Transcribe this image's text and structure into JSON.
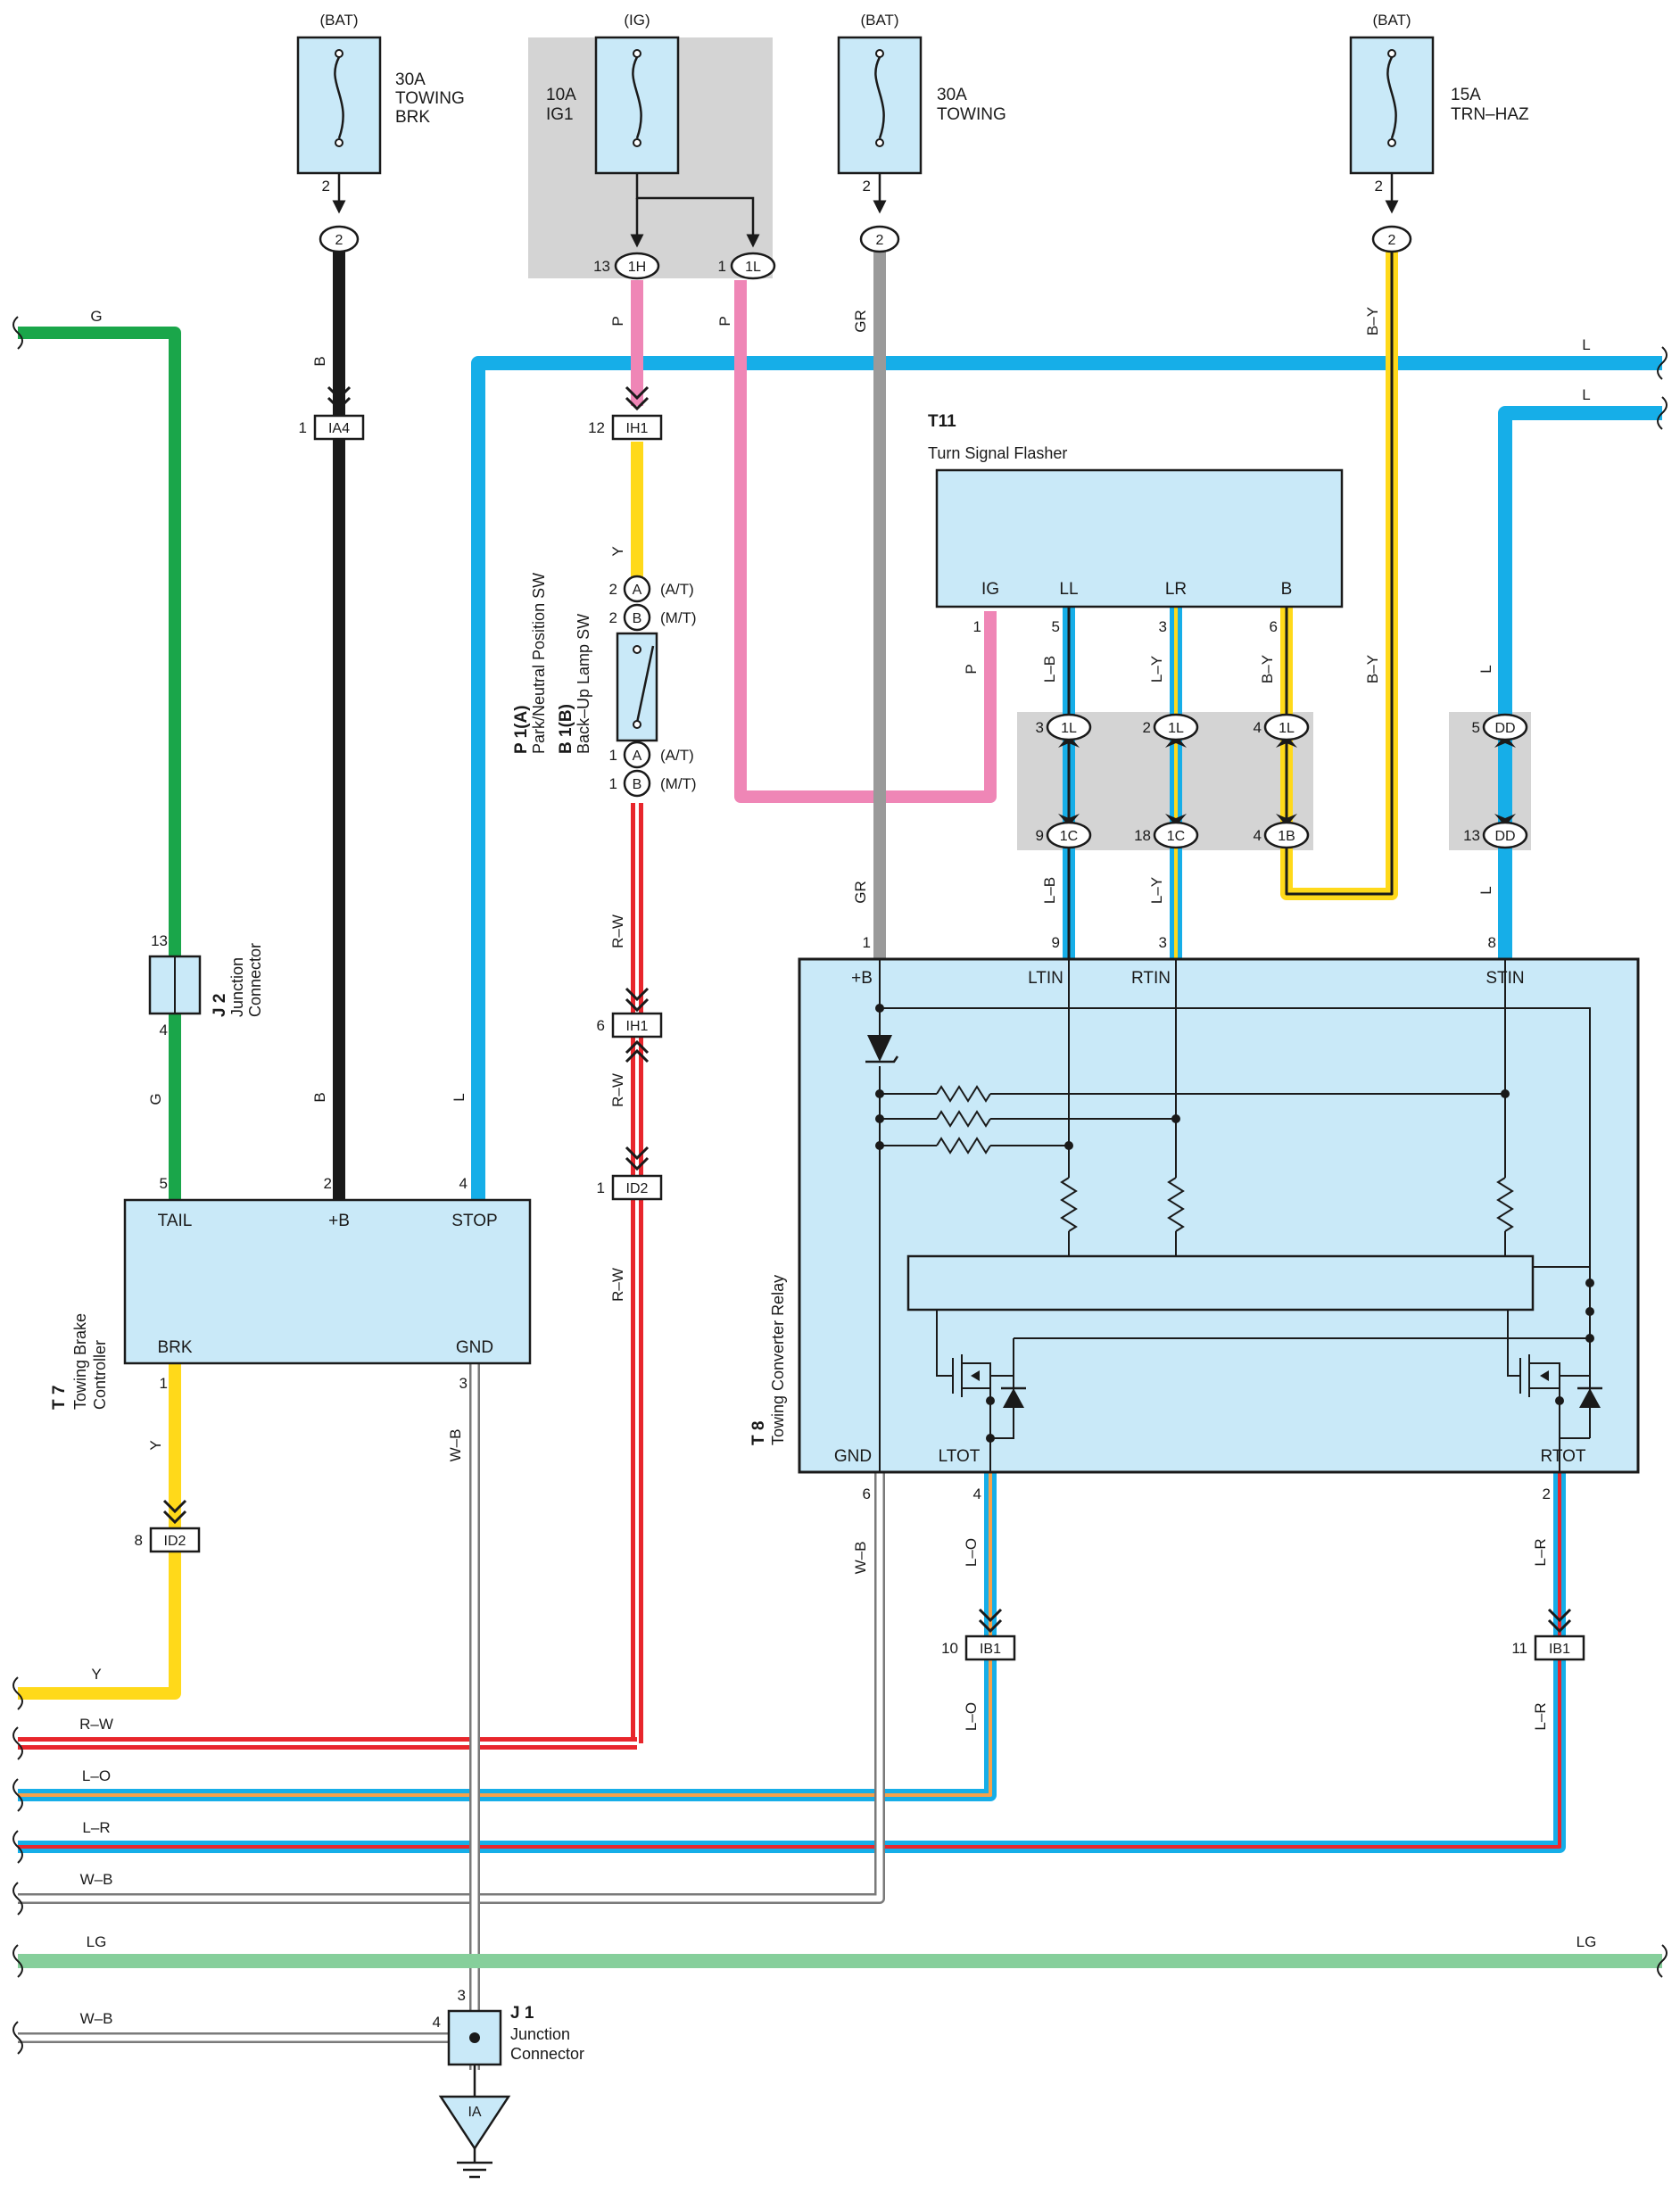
{
  "colors": {
    "G": "#1aa64a",
    "B": "#1a1a1a",
    "L": "#16aee8",
    "P": "#ef86b6",
    "Y": "#ffd91a",
    "R": "#e8262c",
    "W": "#ffffff",
    "GR": "#9a9a9a",
    "LG": "#86cf9b",
    "O": "#f7a24a",
    "relay_fill": "#c9e9f8",
    "grey_box": "#d4d4d4"
  },
  "fuses": [
    {
      "id": "f1",
      "source": "(BAT)",
      "rating": "30A",
      "name1": "TOWING",
      "name2": "BRK"
    },
    {
      "id": "f2",
      "source": "(IG)",
      "rating": "10A",
      "name1": "IG1",
      "name2": ""
    },
    {
      "id": "f3",
      "source": "(BAT)",
      "rating": "30A",
      "name1": "TOWING",
      "name2": ""
    },
    {
      "id": "f4",
      "source": "(BAT)",
      "rating": "15A",
      "name1": "TRN–HAZ",
      "name2": ""
    }
  ],
  "connectors": {
    "c_2a": "2",
    "c_1h": "1H",
    "c_1l_top": "1L",
    "c_2b": "2",
    "c_2c": "2",
    "ia4": "IA4",
    "ih1_top": "IH1",
    "ih1_mid": "IH1",
    "id2_mid": "ID2",
    "id2_low": "ID2",
    "ib1_l": "IB1",
    "ib1_r": "IB1",
    "c_a_top": "A",
    "c_b_top": "B",
    "c_a_bot": "A",
    "c_b_bot": "B",
    "c_1l_3": "1L",
    "c_1l_2": "1L",
    "c_1l_4": "1L",
    "c_dd_5": "DD",
    "c_1c_9": "1C",
    "c_1c_18": "1C",
    "c_1b_4": "1B",
    "c_dd_13": "DD",
    "ground": "IA"
  },
  "pins": {
    "f1_out": "2",
    "f2_h": "13",
    "f2_l": "1",
    "f3_out": "2",
    "f4_out": "2",
    "ia4": "1",
    "ih1_top": "12",
    "at_top": "2",
    "mt_top": "2",
    "at_bot": "1",
    "mt_bot": "1",
    "ih1_mid": "6",
    "id2_mid": "1",
    "j2_top": "13",
    "j2_bot": "4",
    "t7_tail": "5",
    "t7_b": "2",
    "t7_stop": "4",
    "t7_brk": "1",
    "t7_gnd": "3",
    "id2_low": "8",
    "t11_ig": "1",
    "t11_ll": "5",
    "t11_lr": "3",
    "t11_b": "6",
    "sp_3": "3",
    "sp_2": "2",
    "sp_4a": "4",
    "sp_5": "5",
    "sp_9": "9",
    "sp_18": "18",
    "sp_4b": "4",
    "sp_13": "13",
    "t8_b": "1",
    "t8_ltin": "9",
    "t8_rtin": "3",
    "t8_stin": "8",
    "t8_gnd": "6",
    "t8_ltot": "4",
    "t8_rtot": "2",
    "ib1_l": "10",
    "ib1_r": "11",
    "j1_top": "3",
    "j1_left": "4"
  },
  "switch_labels": {
    "at": "(A/T)",
    "mt": "(M/T)"
  },
  "wire_labels": {
    "g_top": "G",
    "b_top": "B",
    "b_low": "B",
    "p_1": "P",
    "p_2": "P",
    "gr_top": "GR",
    "gr_low": "GR",
    "by_top": "B–Y",
    "l_top": "L",
    "l_right": "L",
    "y_top": "Y",
    "g_j2": "G",
    "l_t7": "L",
    "rw_1": "R–W",
    "rw_2": "R–W",
    "rw_3": "R–W",
    "p_t11": "P",
    "lb_1": "L–B",
    "ly_1": "L–Y",
    "by_1": "B–Y",
    "by_2": "B–Y",
    "l_dd": "L",
    "lb_2": "L–B",
    "ly_2": "L–Y",
    "l_dd2": "L",
    "y_low": "Y",
    "wb_1": "W–B",
    "wb_2": "W–B",
    "lo_1": "L–O",
    "lo_2": "L–O",
    "lr_1": "L–R",
    "lr_2": "L–R"
  },
  "bus_labels": {
    "y": "Y",
    "rw": "R–W",
    "lo": "L–O",
    "lr": "L–R",
    "wb": "W–B",
    "lg": "LG",
    "lg_right": "LG",
    "wb_j1": "W–B"
  },
  "components": {
    "t11": {
      "id": "T11",
      "name": "Turn Signal Flasher",
      "terms": {
        "ig": "IG",
        "ll": "LL",
        "lr": "LR",
        "b": "B"
      }
    },
    "t7": {
      "id": "T 7",
      "name1": "Towing Brake",
      "name2": "Controller",
      "terms": {
        "tail": "TAIL",
        "b": "+B",
        "stop": "STOP",
        "brk": "BRK",
        "gnd": "GND"
      }
    },
    "t8": {
      "id": "T 8",
      "name": "Towing Converter Relay",
      "terms": {
        "b": "+B",
        "ltin": "LTIN",
        "rtin": "RTIN",
        "stin": "STIN",
        "gnd": "GND",
        "ltot": "LTOT",
        "rtot": "RTOT"
      }
    },
    "j2": {
      "id": "J 2",
      "name1": "Junction",
      "name2": "Connector"
    },
    "j1": {
      "id": "J 1",
      "name1": "Junction",
      "name2": "Connector"
    },
    "sw": {
      "id1": "P 1(A)",
      "name1": "Park/Neutral Position SW",
      "id2": "B 1(B)",
      "name2": "Back–Up Lamp SW"
    }
  }
}
